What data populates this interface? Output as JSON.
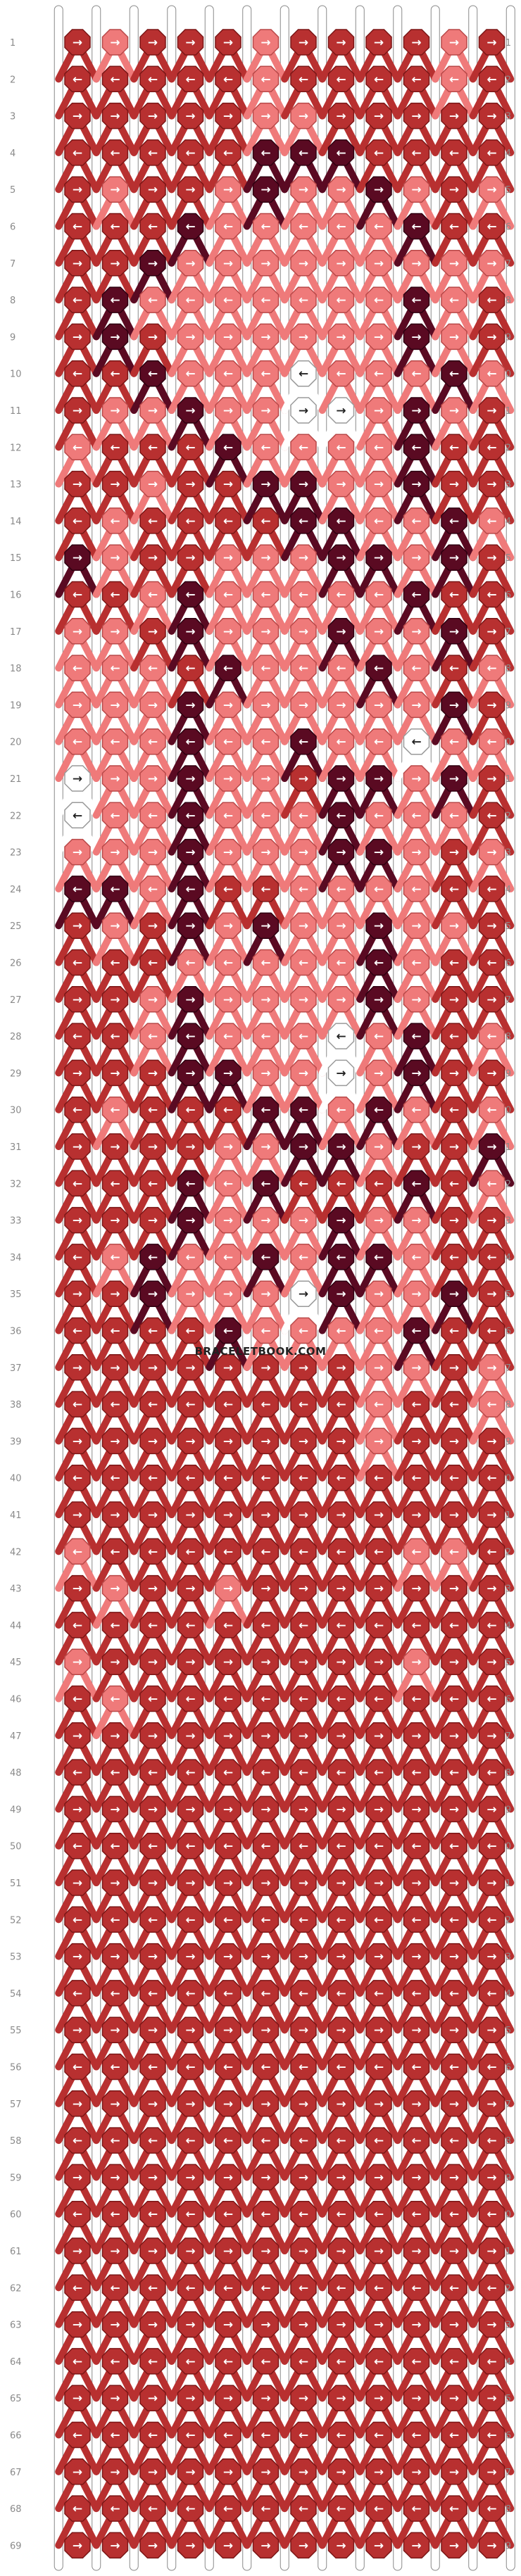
{
  "pattern": {
    "rows": 69,
    "columns": 12,
    "strings": 13,
    "watermark": "BRACELETBOOK.COM",
    "colors": {
      "A": "#b83030",
      "B": "#ef7a7a",
      "C": "#5a0a22",
      "D": "#ffffff"
    },
    "colors_dark": {
      "A": "#7a1616",
      "B": "#b84848",
      "C": "#2e0010",
      "D": "#9a9a9a"
    },
    "arrow_colors": {
      "A": "#ffffff",
      "B": "#ffffff",
      "C": "#ffffff",
      "D": "#222222"
    },
    "string_colors": [
      "D",
      "D",
      "D",
      "D",
      "D",
      "D",
      "D",
      "D",
      "D",
      "D",
      "D",
      "D",
      "D"
    ],
    "knot_rows": [
      "ABAAABAAAABA",
      "AAAAABAAAABA",
      "AAAAABBAAAAA",
      "AAAAACCCAAAA",
      "ABAABCBBCBAB",
      "AAACBBBBBCAA",
      "AACBBBBBBBBB",
      "ACBBBBBBBCBA",
      "ACABBBBBBCBA",
      "AACBBBDBBBCB",
      "ABBCBBDDBCBA",
      "BAAACBBBBCAA",
      "AABAACCBBCAA",
      "ABAAAACCBBCB",
      "CBAABBBCCBCA",
      "AABCBBBBBCAA",
      "BBACBBBCBBCA",
      "BBBACBBBCBAB",
      "BBBCBBBBBBCA",
      "BBBCBBCBBDBB",
      "DBBCBBACCBCA",
      "DBBCBBBCBBBA",
      "BBBCBBBCCBAB",
      "CCBCAABBBBAA",
      "ABACBCBBCBBA",
      "AAABBBBBCBAA",
      "AABCBBBBCBAA",
      "AABCBBBDBCAB",
      "AAACCBBDBCAA",
      "ABAAACCBCBAB",
      "AAAABBCCBAAC",
      "AAACBCAAACAB",
      "AAACBBBCBBAA",
      "ABCBBCBCCBAA",
      "AACBBBDCBBCA",
      "AAAACBBBBCAA",
      "AAAAAAAABBAB",
      "AAAAAAAABAAB",
      "AAAAAAAABAAA",
      "AAAAAAAAAAAA",
      "AAAAAAAAAAAA",
      "BAAAAAAAABBA",
      "ABAABAAAAAAA",
      "AAAAAAAAAAAA",
      "BAAAAAAAABAA",
      "ABAAAAAAAAAA",
      "AAAAAAAAAAAA",
      "AAAAAAAAAAAA",
      "AAAAAAAAAAAA",
      "AAAAAAAAAAAA",
      "AAAAAAAAAAAA",
      "AAAAAAAAAAAA",
      "AAAAAAAAAAAA",
      "AAAAAAAAAAAA",
      "AAAAAAAAAAAA",
      "AAAAAAAAAAAA",
      "AAAAAAAAAAAA",
      "AAAAAAAAAAAA",
      "AAAAAAAAAAAA",
      "AAAAAAAAAAAA",
      "AAAAAAAAAAAA",
      "AAAAAAAAAAAA",
      "AAAAAAAAAAAA",
      "AAAAAAAAAAAA",
      "AAAAAAAAAAAA",
      "AAAAAAAAAAAA",
      "AAAAAAAAAAAA",
      "AAAAAAAAAAAA",
      "AAAAAAAAAAAA"
    ],
    "arrow_rows": [
      "RRRRRRRRRRRR",
      "LLLLLLLLLLLL",
      "RRRRRRRRRRRR",
      "LLLLLLLLLLLL",
      "RRRRRRRRRRRR",
      "LLLLLLLLLLLL",
      "RRRRRRRRRRRR",
      "LLLLLLLLLLLL",
      "RRRRRRRRRRRR",
      "LLLLLLLLLLLL",
      "RRRRRRRRRRRR",
      "LLLLLLLLLLLL",
      "RRRRRRRRRRRR",
      "LLLLLLLLLLLL",
      "RRRRRRRRRRRR",
      "LLLLLLLLLLLL",
      "RRRRRRRRRRRR",
      "LLLLLLLLLLLL",
      "RRRRRRRRRRRR",
      "LLLLLLLLLLLL",
      "RRRRRRRRRRRR",
      "LLLLLLLLLLLL",
      "RRRRRRRRRRRR",
      "LLLLLLLLLLLL",
      "RRRRRRRRRRRR",
      "LLLLLLLLLLLL",
      "RRRRRRRRRRRR",
      "LLLLLLLLLLLL",
      "RRRRRRRRRRRR",
      "LLLLLLLLLLLL",
      "RRRRRRRRRRRR",
      "LLLLLLLLLLLL",
      "RRRRRRRRRRRR",
      "LLLLLLLLLLLL",
      "RRRRRRRRRRRR",
      "LLLLLLLLLLLL",
      "RRRRRRRRRRRR",
      "LLLLLLLLLLLL",
      "RRRRRRRRRRRR",
      "LLLLLLLLLLLL",
      "RRRRRRRRRRRR",
      "LLLLLLLLLLLL",
      "RRRRRRRRRRRR",
      "LLLLLLLLLLLL",
      "RRRRRRRRRRRR",
      "LLLLLLLLLLLL",
      "RRRRRRRRRRRR",
      "LLLLLLLLLLLL",
      "RRRRRRRRRRRR",
      "LLLLLLLLLLLL",
      "RRRRRRRRRRRR",
      "LLLLLLLLLLLL",
      "RRRRRRRRRRRR",
      "LLLLLLLLLLLL",
      "RRRRRRRRRRRR",
      "LLLLLLLLLLLL",
      "RRRRRRRRRRRR",
      "LLLLLLLLLLLL",
      "RRRRRRRRRRRR",
      "LLLLLLLLLLLL",
      "RRRRRRRRRRRR",
      "LLLLLLLLLLLL",
      "RRRRRRRRRRRR",
      "LLLLLLLLLLLL",
      "RRRRRRRRRRRR",
      "LLLLLLLLLLLL",
      "RRRRRRRRRRRR",
      "LLLLLLLLLLLL",
      "RRRRRRRRRRRR"
    ],
    "arrow_glyphs": {
      "R": "→",
      "L": "←"
    }
  }
}
